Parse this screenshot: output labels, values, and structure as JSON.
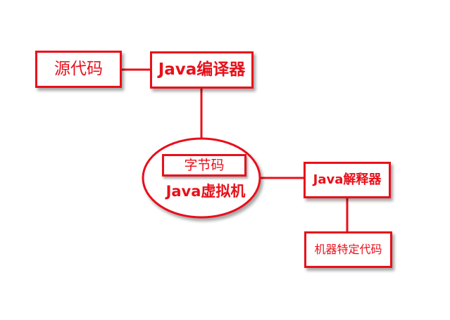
{
  "diagram": {
    "nodes": {
      "source_code": "源代码",
      "java_compiler": "Java编译器",
      "bytecode": "字节码",
      "jvm": "Java虚拟机",
      "java_interpreter": "Java解释器",
      "machine_code": "机器特定代码"
    },
    "colors": {
      "stroke": "#e8101a",
      "text": "#e8101a",
      "shadow": "#595959",
      "background": "#ffffff"
    }
  }
}
